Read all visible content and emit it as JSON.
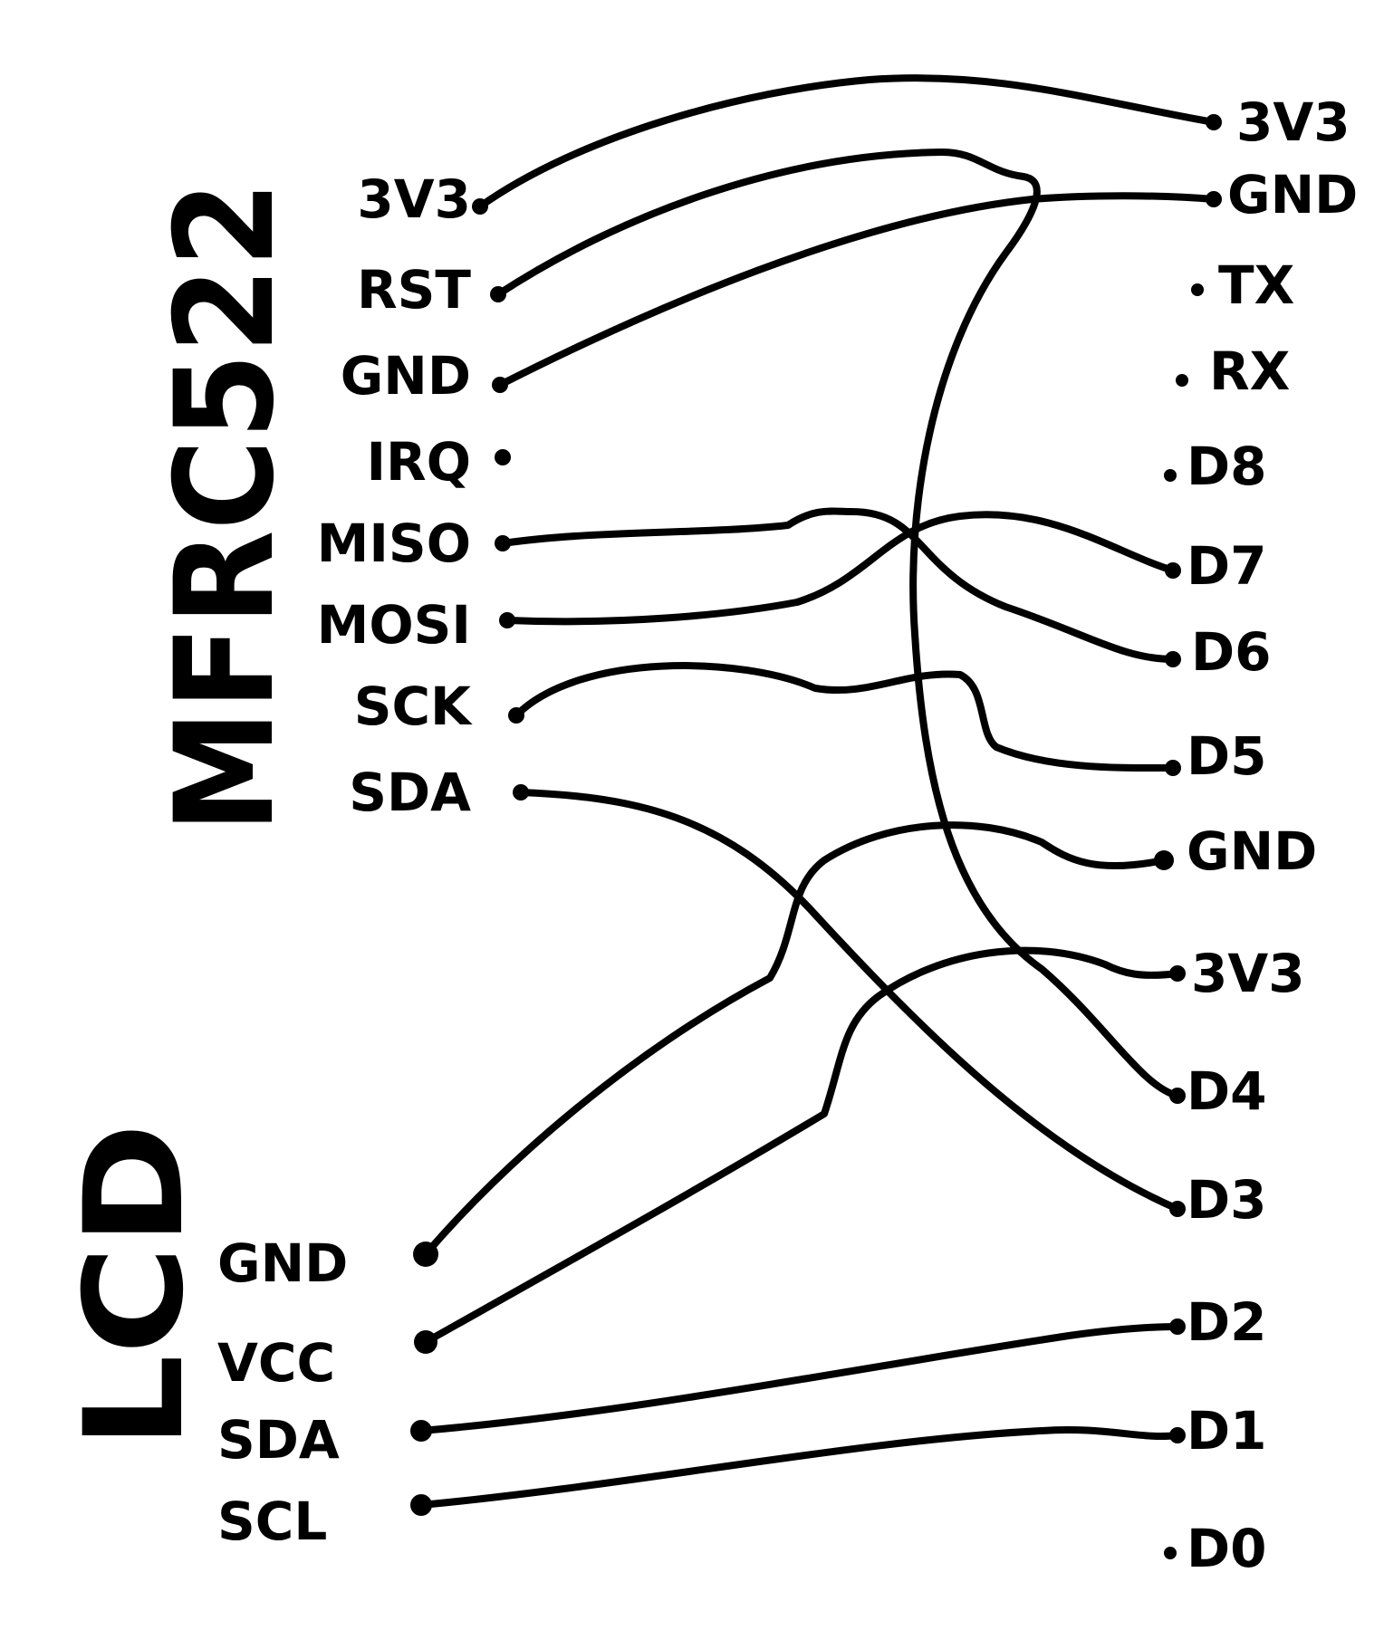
{
  "diagram": {
    "module_a": {
      "title": "MFRC522",
      "pins": [
        "3V3",
        "RST",
        "GND",
        "IRQ",
        "MISO",
        "MOSI",
        "SCK",
        "SDA"
      ]
    },
    "module_b": {
      "title": "LCD",
      "pins": [
        "GND",
        "VCC",
        "SDA",
        "SCL"
      ]
    },
    "board": {
      "pins": [
        "3V3",
        "GND",
        "TX",
        "RX",
        "D8",
        "D7",
        "D6",
        "D5",
        "GND",
        "3V3",
        "D4",
        "D3",
        "D2",
        "D1",
        "D0"
      ]
    }
  }
}
